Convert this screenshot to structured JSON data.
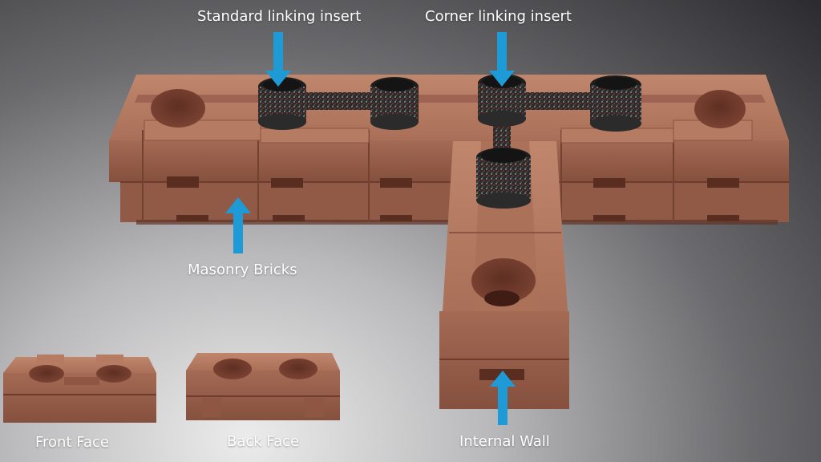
{
  "labels": {
    "standard_insert": "Standard linking insert",
    "corner_insert": "Corner linking insert",
    "masonry_bricks": "Masonry Bricks",
    "internal_wall": "Internal Wall",
    "front_face": "Front Face",
    "back_face": "Back Face"
  },
  "colors": {
    "arrow": "#1e9bd7",
    "brick_top": "#b57a62",
    "brick_front": "#9c6450",
    "brick_dark": "#7a4634",
    "insert": "#2b2b2b"
  }
}
